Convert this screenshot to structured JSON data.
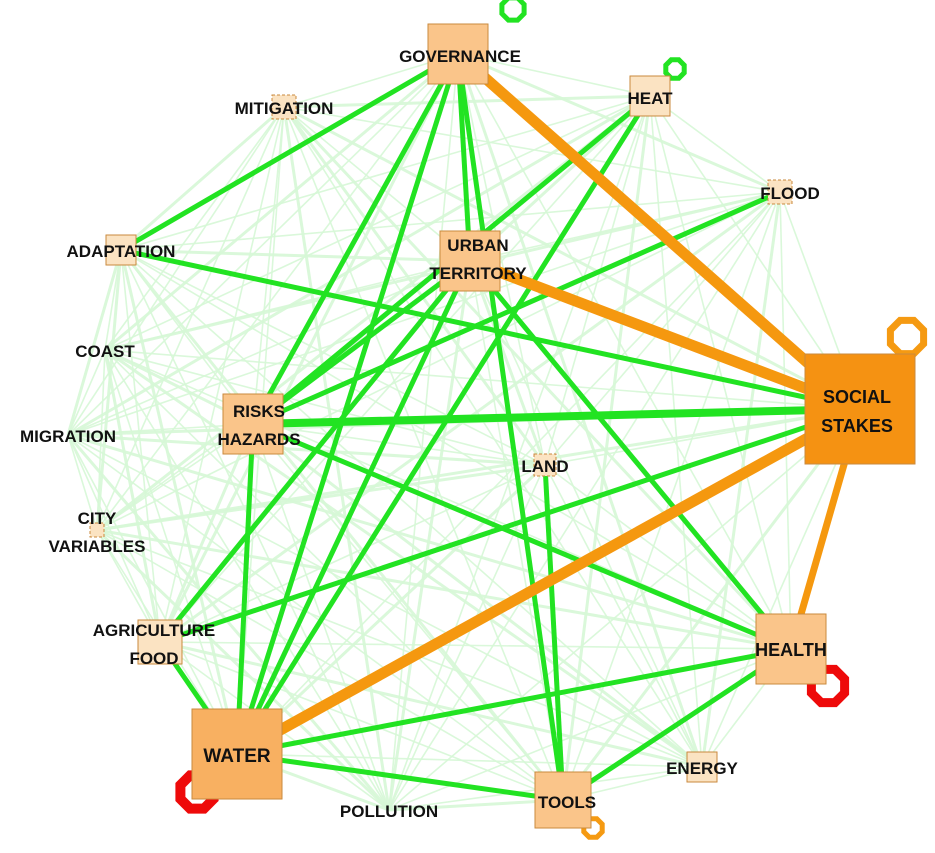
{
  "colors": {
    "background": "#ffffff",
    "faint_edge": "#d6f7d6",
    "green_edge": "#22e322",
    "orange_edge": "#f5980f",
    "node_pale": "#fbe3c2",
    "node_light": "#fac58a",
    "node_mid": "#f8b061",
    "node_strong": "#f59212",
    "loop_green": "#22e322",
    "loop_orange": "#f59a12",
    "loop_red": "#ee0a0a",
    "label": "#111111"
  },
  "nodes": [
    {
      "id": "governance",
      "lines": [
        "GOVERNANCE"
      ],
      "tone": "light",
      "loop": "green"
    },
    {
      "id": "heat",
      "lines": [
        "HEAT"
      ],
      "tone": "pale",
      "loop": "green"
    },
    {
      "id": "mitigation",
      "lines": [
        "MITIGATION"
      ],
      "tone": "pale",
      "loop": "none"
    },
    {
      "id": "flood",
      "lines": [
        "FLOOD"
      ],
      "tone": "pale",
      "loop": "none"
    },
    {
      "id": "adaptation",
      "lines": [
        "ADAPTATION"
      ],
      "tone": "pale",
      "loop": "none"
    },
    {
      "id": "urban",
      "lines": [
        "URBAN",
        "TERRITORY"
      ],
      "tone": "light",
      "loop": "none"
    },
    {
      "id": "coast",
      "lines": [
        "COAST"
      ],
      "tone": "pale",
      "loop": "none"
    },
    {
      "id": "social",
      "lines": [
        "SOCIAL",
        "STAKES"
      ],
      "tone": "strong",
      "loop": "orange"
    },
    {
      "id": "migration",
      "lines": [
        "MIGRATION"
      ],
      "tone": "pale",
      "loop": "none"
    },
    {
      "id": "risks",
      "lines": [
        "RISKS",
        "HAZARDS"
      ],
      "tone": "light",
      "loop": "none"
    },
    {
      "id": "land",
      "lines": [
        "LAND"
      ],
      "tone": "pale",
      "loop": "none"
    },
    {
      "id": "city",
      "lines": [
        "CITY",
        "VARIABLES"
      ],
      "tone": "pale",
      "loop": "none"
    },
    {
      "id": "agriculture",
      "lines": [
        "AGRICULTURE",
        "FOOD"
      ],
      "tone": "pale",
      "loop": "none"
    },
    {
      "id": "health",
      "lines": [
        "HEALTH"
      ],
      "tone": "light",
      "loop": "red"
    },
    {
      "id": "water",
      "lines": [
        "WATER"
      ],
      "tone": "mid",
      "loop": "red"
    },
    {
      "id": "energy",
      "lines": [
        "ENERGY"
      ],
      "tone": "pale",
      "loop": "none"
    },
    {
      "id": "pollution",
      "lines": [
        "POLLUTION"
      ],
      "tone": "pale",
      "loop": "none"
    },
    {
      "id": "tools",
      "lines": [
        "TOOLS"
      ],
      "tone": "light",
      "loop": "orange"
    }
  ],
  "edges": [
    {
      "from": "governance",
      "to": "social",
      "strength": "orange",
      "weight": 3
    },
    {
      "from": "urban",
      "to": "social",
      "strength": "orange",
      "weight": 3
    },
    {
      "from": "water",
      "to": "social",
      "strength": "orange",
      "weight": 3
    },
    {
      "from": "social",
      "to": "health",
      "strength": "orange",
      "weight": 2
    },
    {
      "from": "risks",
      "to": "social",
      "strength": "green",
      "weight": 3
    },
    {
      "from": "risks",
      "to": "water",
      "strength": "green",
      "weight": 2
    },
    {
      "from": "risks",
      "to": "heat",
      "strength": "green",
      "weight": 2
    },
    {
      "from": "risks",
      "to": "flood",
      "strength": "green",
      "weight": 2
    },
    {
      "from": "risks",
      "to": "health",
      "strength": "green",
      "weight": 2
    },
    {
      "from": "governance",
      "to": "adaptation",
      "strength": "green",
      "weight": 2
    },
    {
      "from": "governance",
      "to": "water",
      "strength": "green",
      "weight": 2
    },
    {
      "from": "governance",
      "to": "urban",
      "strength": "green",
      "weight": 2
    },
    {
      "from": "governance",
      "to": "tools",
      "strength": "green",
      "weight": 2
    },
    {
      "from": "governance",
      "to": "risks",
      "strength": "green",
      "weight": 2
    },
    {
      "from": "adaptation",
      "to": "social",
      "strength": "green",
      "weight": 2
    },
    {
      "from": "agriculture",
      "to": "social",
      "strength": "green",
      "weight": 2
    },
    {
      "from": "agriculture",
      "to": "water",
      "strength": "green",
      "weight": 2
    },
    {
      "from": "agriculture",
      "to": "urban",
      "strength": "green",
      "weight": 2
    },
    {
      "from": "urban",
      "to": "water",
      "strength": "green",
      "weight": 2
    },
    {
      "from": "urban",
      "to": "health",
      "strength": "green",
      "weight": 2
    },
    {
      "from": "urban",
      "to": "risks",
      "strength": "green",
      "weight": 2
    },
    {
      "from": "water",
      "to": "health",
      "strength": "green",
      "weight": 2
    },
    {
      "from": "water",
      "to": "tools",
      "strength": "green",
      "weight": 2
    },
    {
      "from": "tools",
      "to": "health",
      "strength": "green",
      "weight": 2
    },
    {
      "from": "tools",
      "to": "land",
      "strength": "green",
      "weight": 2
    },
    {
      "from": "water",
      "to": "heat",
      "strength": "green",
      "weight": 2
    }
  ]
}
